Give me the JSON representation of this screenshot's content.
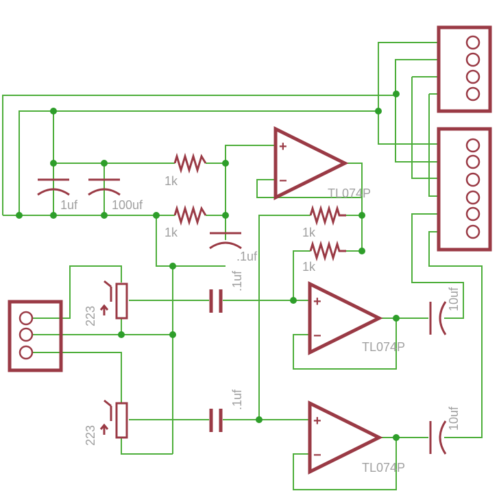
{
  "labels": {
    "r1": "1k",
    "r2": "1k",
    "r3": "1k",
    "r4": "1k",
    "c1": "1uf",
    "c2": "100uf",
    "c3": ".1uf",
    "c4": ".1uf",
    "c5": "10uf",
    "c6": "10uf",
    "pot1": "223",
    "pot2": "223",
    "op1": "TL074P",
    "op2": "TL074P",
    "op3": "TL074P"
  },
  "symbols": {
    "plus": "+",
    "minus": "−"
  },
  "colors": {
    "wire": "#4dae3a",
    "part": "#9a3a45",
    "label": "#a0a0a0",
    "junction": "#2e9e2a"
  }
}
